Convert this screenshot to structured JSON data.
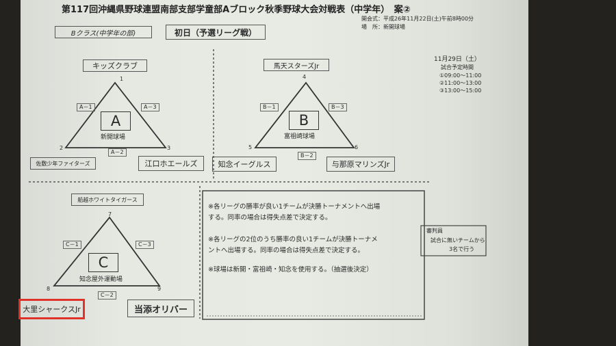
{
  "title": "第117回沖縄県野球連盟南部支部学童部Aブロック秋季野球大会対戦表（中学年）　案②",
  "meta": {
    "opening": "開会式：平成26年11月22日(土)午前8時00分",
    "venue": "場　所：新開球場"
  },
  "class_label": "Bクラス(中学年の部)",
  "day_label": "初日（予選リーグ戦）",
  "schedule": {
    "date": "11月29日（土）",
    "heading": "試合予定時間",
    "slots": [
      "①09:00～11:00",
      "②11:00～13:00",
      "③13:00～15:00"
    ]
  },
  "league_a": {
    "letter": "A",
    "venue": "新開球場",
    "top_team": "キッズクラブ",
    "left_team": "佐敷少年ファイターズ",
    "right_team": "江口ホエールズ",
    "n_top": "1",
    "n_left": "2",
    "n_right": "3",
    "m_left": "A－1",
    "m_right": "A－3",
    "m_bottom": "A－2"
  },
  "league_b": {
    "letter": "B",
    "venue": "富祖崎球場",
    "top_team": "馬天スターズJr",
    "left_team": "知念イーグルス",
    "right_team": "与那原マリンズJr",
    "n_top": "4",
    "n_left": "5",
    "n_right": "6",
    "m_left": "B－1",
    "m_right": "B－3",
    "m_bottom": "B－2"
  },
  "league_c": {
    "letter": "C",
    "venue": "知念屋外運動場",
    "top_team": "船越ホワイトタイガース",
    "left_team": "大里シャークスJr",
    "right_team": "当添オリバー",
    "n_top": "7",
    "n_left": "8",
    "n_right": "9",
    "m_left": "C－1",
    "m_right": "C－3",
    "m_bottom": "C－2"
  },
  "notes": [
    "※各リーグの勝率が良い1チームが決勝トーナメントへ出場",
    "する。同率の場合は得失点差で決定する。",
    "※各リーグの2位のうち勝率の良い1チームが決勝トーナメ",
    "ントへ出場する。同率の場合は得失点差で決定する。",
    "※球場は新開・富祖崎・知念を使用する。（抽選後決定）"
  ],
  "umpire": {
    "heading": "審判員",
    "line1": "試合に無いチームから",
    "line2": "3名で行う"
  },
  "highlight_color": "#e0312b"
}
